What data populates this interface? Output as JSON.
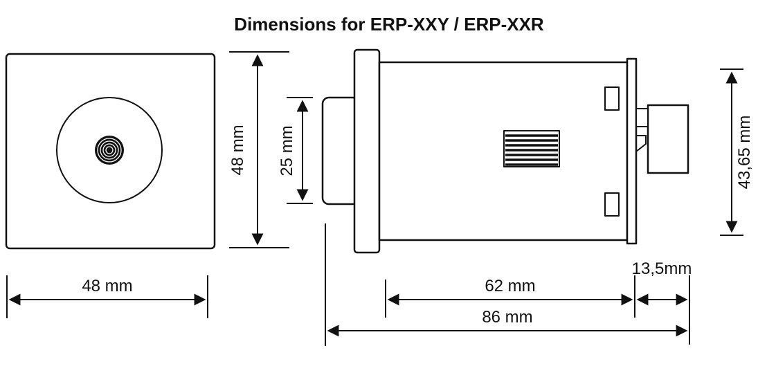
{
  "title": "Dimensions for ERP-XXY / ERP-XXR",
  "dimensions": {
    "front_height": "48 mm",
    "bezel_height": "25 mm",
    "front_width": "48 mm",
    "body_depth": "62 mm",
    "connector_depth": "13,5mm",
    "total_depth": "86 mm",
    "body_height": "43,65 mm"
  }
}
